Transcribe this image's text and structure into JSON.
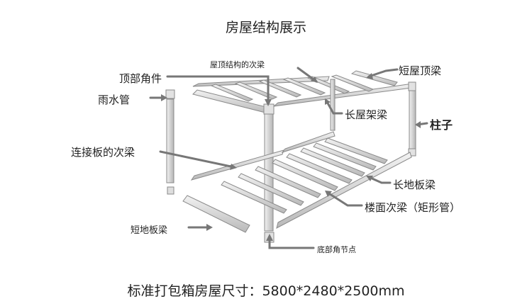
{
  "title": "房屋结构展示",
  "footer": "标准打包箱房屋尺寸：5800*2480*2500mm",
  "labels": {
    "roof_secondary_beam": "屋顶结构的次梁",
    "top_corner_fitting": "顶部角件",
    "short_roof_beam": "短屋顶梁",
    "rain_pipe": "雨水管",
    "long_roof_frame_beam": "长屋架梁",
    "column": "柱子",
    "connecting_plate_secondary_beam": "连接板的次梁",
    "long_floor_beam": "长地板梁",
    "floor_secondary_beam": "楼面次梁（矩形管）",
    "short_floor_beam": "短地板梁",
    "bottom_corner_node": "底部角节点"
  },
  "colors": {
    "metal_light": "#e6e6e6",
    "metal_mid": "#c4c4c4",
    "metal_dark": "#8a8a8a",
    "arrow": "#777777"
  }
}
